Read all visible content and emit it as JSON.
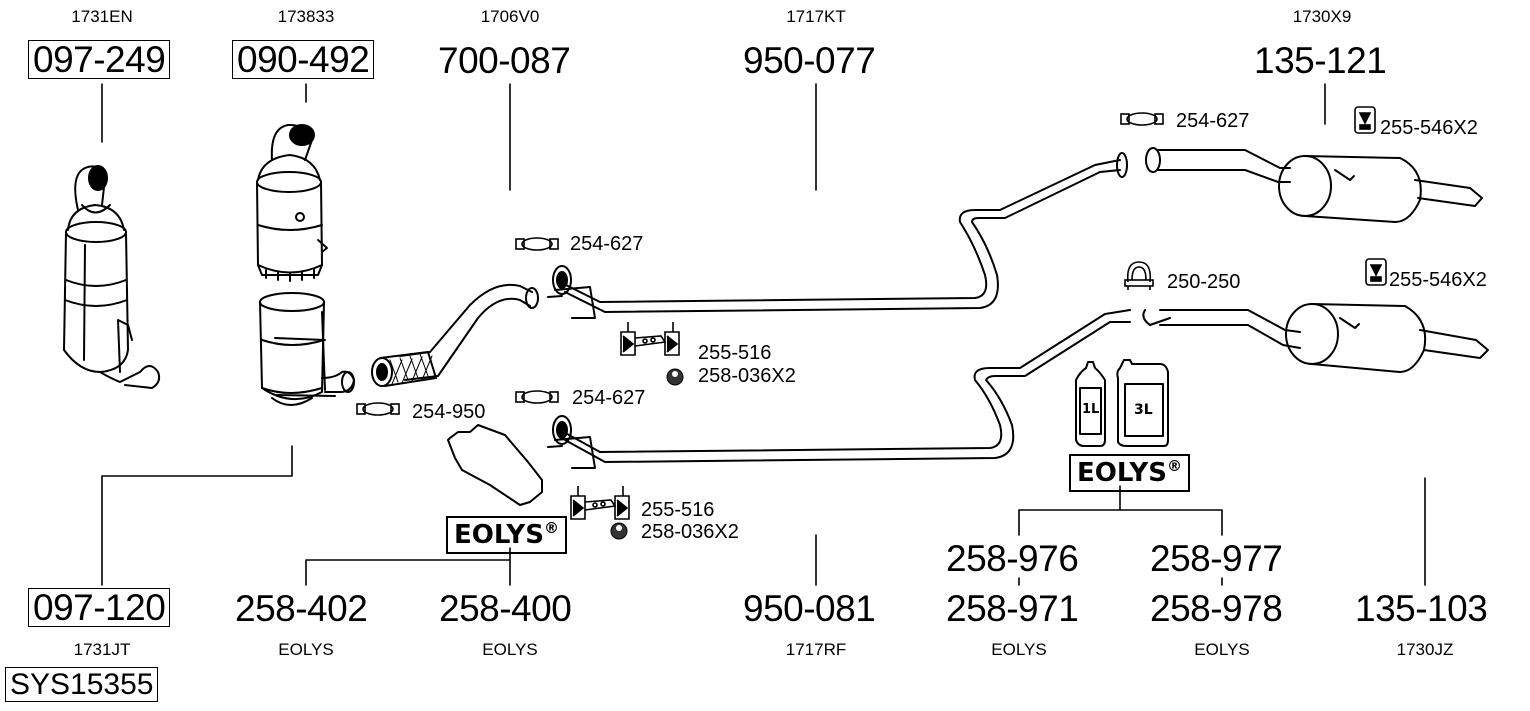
{
  "diagram": {
    "type": "exhaust-system-parts-diagram",
    "system_code": "SYS15355",
    "top_parts": [
      {
        "ref": "1731EN",
        "part_no": "097-249",
        "boxed": true
      },
      {
        "ref": "173833",
        "part_no": "090-492",
        "boxed": true
      },
      {
        "ref": "1706V0",
        "part_no": "700-087",
        "boxed": false
      },
      {
        "ref": "1717KT",
        "part_no": "950-077",
        "boxed": false
      },
      {
        "ref": "1730X9",
        "part_no": "135-121",
        "boxed": false
      }
    ],
    "bottom_parts": [
      {
        "part_no": "097-120",
        "ref": "1731JT",
        "boxed": true
      },
      {
        "part_no": "258-402",
        "ref": "EOLYS",
        "boxed": false
      },
      {
        "part_no": "258-400",
        "ref": "EOLYS",
        "boxed": false
      },
      {
        "part_no": "950-081",
        "ref": "1717RF",
        "boxed": false
      },
      {
        "part_no_top": "258-976",
        "part_no": "258-971",
        "ref": "EOLYS",
        "boxed": false
      },
      {
        "part_no_top": "258-977",
        "part_no": "258-978",
        "ref": "EOLYS",
        "boxed": false
      },
      {
        "part_no": "135-103",
        "ref": "1730JZ",
        "boxed": false
      }
    ],
    "accessories": [
      {
        "label": "254-627",
        "icon": "clamp-icon"
      },
      {
        "label": "254-627",
        "icon": "clamp-icon"
      },
      {
        "label": "254-627",
        "icon": "clamp-icon"
      },
      {
        "label": "254-950",
        "icon": "clamp-icon"
      },
      {
        "label": "255-516",
        "icon": "rubber-mount-bracket-icon"
      },
      {
        "label": "258-036X2",
        "icon": "nut-icon"
      },
      {
        "label": "255-516",
        "icon": "rubber-mount-bracket-icon"
      },
      {
        "label": "258-036X2",
        "icon": "nut-icon"
      },
      {
        "label": "250-250",
        "icon": "u-bolt-clamp-icon"
      },
      {
        "label": "255-546X2",
        "icon": "rubber-hanger-icon"
      },
      {
        "label": "255-546X2",
        "icon": "rubber-hanger-icon"
      }
    ],
    "eolys": {
      "brand": "EOLYS",
      "mark": "®",
      "bottle_small": "1L",
      "bottle_large": "3L"
    }
  }
}
